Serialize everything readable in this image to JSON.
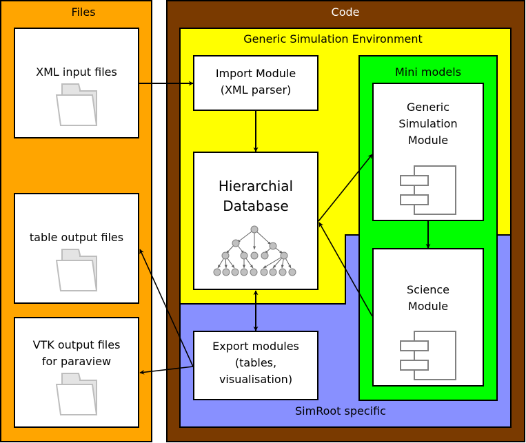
{
  "colors": {
    "files_panel": "#ffa500",
    "code_panel": "#7a3a00",
    "generic_env": "#ffff00",
    "simroot_specific": "#8890ff",
    "mini_models": "#00ff00",
    "box_fill": "#ffffff",
    "stroke": "#000000"
  },
  "files_panel": {
    "title": "Files",
    "boxes": [
      {
        "id": "xml-input",
        "lines": [
          "XML input files"
        ],
        "icon": "folder-icon"
      },
      {
        "id": "table-output",
        "lines": [
          "table output files"
        ],
        "icon": "folder-icon"
      },
      {
        "id": "vtk-output",
        "lines": [
          "VTK output files",
          "for paraview"
        ],
        "icon": "folder-icon"
      }
    ]
  },
  "code_panel": {
    "title": "Code",
    "generic_env": {
      "title": "Generic Simulation Environment",
      "import_module": {
        "lines": [
          "Import Module",
          "(XML parser)"
        ]
      },
      "database": {
        "lines": [
          "Hierarchial",
          "Database"
        ],
        "icon": "tree-icon"
      }
    },
    "simroot_specific": {
      "title": "SimRoot specific",
      "export_module": {
        "lines": [
          "Export modules",
          "(tables,",
          "visualisation)"
        ]
      }
    },
    "mini_models": {
      "title": "Mini models",
      "generic_sim_module": {
        "lines": [
          "Generic",
          "Simulation",
          "Module"
        ],
        "icon": "component-icon"
      },
      "science_module": {
        "lines": [
          "Science",
          "Module"
        ],
        "icon": "component-icon"
      }
    }
  },
  "connections": [
    {
      "from": "xml-input",
      "to": "import-module",
      "type": "arrow"
    },
    {
      "from": "import-module",
      "to": "database",
      "type": "arrow"
    },
    {
      "from": "database",
      "to": "export-module",
      "type": "bidirectional"
    },
    {
      "from": "database",
      "to": "generic-sim-module",
      "type": "arrow"
    },
    {
      "from": "generic-sim-module",
      "to": "science-module",
      "type": "arrow"
    },
    {
      "from": "science-module",
      "to": "database",
      "type": "arrow"
    },
    {
      "from": "export-module",
      "to": "table-output",
      "type": "arrow"
    },
    {
      "from": "export-module",
      "to": "vtk-output",
      "type": "arrow"
    }
  ]
}
